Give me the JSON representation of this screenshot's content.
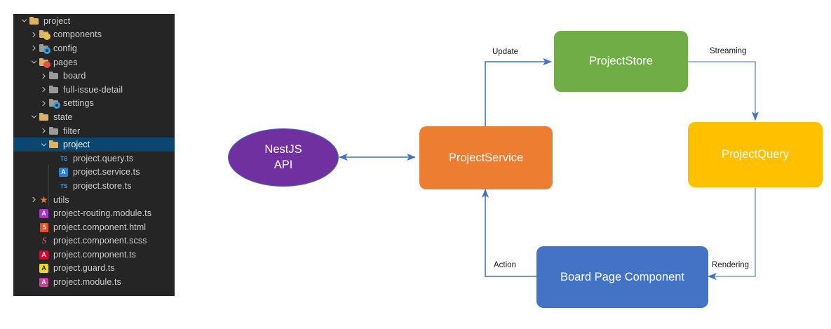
{
  "explorer": {
    "name": "project-file-explorer",
    "background": "#252526",
    "selection_color": "#094771",
    "items": [
      {
        "label": "project",
        "type": "folder",
        "icon": "folder-open-icon",
        "depth": 0,
        "state": "expanded",
        "selected": false
      },
      {
        "label": "components",
        "type": "folder",
        "icon": "folder-components-icon",
        "depth": 1,
        "state": "collapsed",
        "selected": false
      },
      {
        "label": "config",
        "type": "folder",
        "icon": "folder-config-icon",
        "depth": 1,
        "state": "collapsed",
        "selected": false
      },
      {
        "label": "pages",
        "type": "folder",
        "icon": "folder-pages-icon",
        "depth": 1,
        "state": "expanded",
        "selected": false
      },
      {
        "label": "board",
        "type": "folder",
        "icon": "folder-icon",
        "depth": 2,
        "state": "collapsed",
        "selected": false
      },
      {
        "label": "full-issue-detail",
        "type": "folder",
        "icon": "folder-icon",
        "depth": 2,
        "state": "collapsed",
        "selected": false
      },
      {
        "label": "settings",
        "type": "folder",
        "icon": "folder-settings-icon",
        "depth": 2,
        "state": "collapsed",
        "selected": false
      },
      {
        "label": "state",
        "type": "folder",
        "icon": "folder-open-icon",
        "depth": 1,
        "state": "expanded",
        "selected": false
      },
      {
        "label": "filter",
        "type": "folder",
        "icon": "folder-icon",
        "depth": 2,
        "state": "collapsed",
        "selected": false
      },
      {
        "label": "project",
        "type": "folder",
        "icon": "folder-open-icon",
        "depth": 2,
        "state": "expanded",
        "selected": true
      },
      {
        "label": "project.query.ts",
        "type": "file",
        "icon": "typescript-icon",
        "depth": 3,
        "state": "none",
        "selected": false
      },
      {
        "label": "project.service.ts",
        "type": "file",
        "icon": "angular-service-icon",
        "depth": 3,
        "state": "none",
        "selected": false
      },
      {
        "label": "project.store.ts",
        "type": "file",
        "icon": "typescript-icon",
        "depth": 3,
        "state": "none",
        "selected": false
      },
      {
        "label": "utils",
        "type": "folder",
        "icon": "folder-utils-icon",
        "depth": 1,
        "state": "collapsed",
        "selected": false
      },
      {
        "label": "project-routing.module.ts",
        "type": "file",
        "icon": "angular-routing-icon",
        "depth": 1,
        "state": "none",
        "selected": false
      },
      {
        "label": "project.component.html",
        "type": "file",
        "icon": "html5-icon",
        "depth": 1,
        "state": "none",
        "selected": false
      },
      {
        "label": "project.component.scss",
        "type": "file",
        "icon": "sass-icon",
        "depth": 1,
        "state": "none",
        "selected": false
      },
      {
        "label": "project.component.ts",
        "type": "file",
        "icon": "angular-component-icon",
        "depth": 1,
        "state": "none",
        "selected": false
      },
      {
        "label": "project.guard.ts",
        "type": "file",
        "icon": "angular-guard-icon",
        "depth": 1,
        "state": "none",
        "selected": false
      },
      {
        "label": "project.module.ts",
        "type": "file",
        "icon": "angular-module-icon",
        "depth": 1,
        "state": "none",
        "selected": false
      }
    ]
  },
  "diagram": {
    "name": "state-flow-diagram",
    "nodes": {
      "api": {
        "label": "NestJS\nAPI",
        "line1": "NestJS",
        "line2": "API",
        "shape": "ellipse",
        "color": "#7030A0",
        "border": "#3f6fbf"
      },
      "service": {
        "label": "ProjectService",
        "shape": "rect",
        "color": "#ED7D31"
      },
      "store": {
        "label": "ProjectStore",
        "shape": "rect",
        "color": "#70AD47"
      },
      "query": {
        "label": "ProjectQuery",
        "shape": "rect",
        "color": "#FFC000"
      },
      "board": {
        "label": "Board Page Component",
        "shape": "rect",
        "color": "#4472C4"
      }
    },
    "edges": [
      {
        "id": "api-service",
        "label": "",
        "from": "api",
        "to": "service",
        "arrow": "both"
      },
      {
        "id": "service-store",
        "label": "Update",
        "from": "service",
        "to": "store",
        "arrow": "end"
      },
      {
        "id": "store-query",
        "label": "Streaming",
        "from": "store",
        "to": "query",
        "arrow": "end"
      },
      {
        "id": "query-board",
        "label": "Rendering",
        "from": "query",
        "to": "board",
        "arrow": "end"
      },
      {
        "id": "board-service",
        "label": "Action",
        "from": "board",
        "to": "service",
        "arrow": "end"
      }
    ],
    "edge_color": "#4472C4"
  }
}
